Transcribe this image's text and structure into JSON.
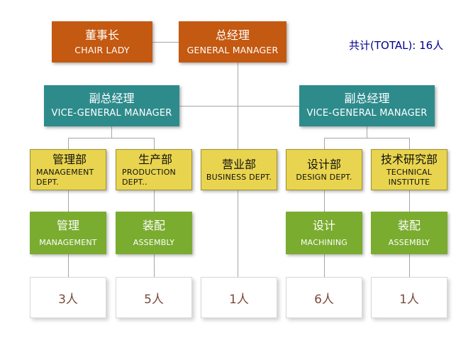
{
  "total": {
    "label": "共计(TOTAL): 16人"
  },
  "colors": {
    "executive_orange": "#C45911",
    "vice_teal": "#2E8B8C",
    "dept_yellow": "#E9D44F",
    "team_green": "#7AAC2F",
    "count_text_brown": "#7B4B3B",
    "total_text_navy": "#00008B",
    "connector_gray": "#A6A6A6"
  },
  "org": {
    "chair": {
      "zh": "董事长",
      "en": "CHAIR LADY"
    },
    "gm": {
      "zh": "总经理",
      "en": "GENERAL MANAGER"
    },
    "vice_left": {
      "zh": "副总经理",
      "en": "VICE-GENERAL MANAGER"
    },
    "vice_right": {
      "zh": "副总经理",
      "en": "VICE-GENERAL MANAGER"
    },
    "depts": [
      {
        "zh": "管理部",
        "en": "MANAGEMENT DEPT."
      },
      {
        "zh": "生产部",
        "en": "PRODUCTION DEPT.."
      },
      {
        "zh": "营业部",
        "en": "BUSINESS DEPT."
      },
      {
        "zh": "设计部",
        "en": "DESIGN DEPT."
      },
      {
        "zh": "技术研究部",
        "en": "TECHNICAL INSTITUTE"
      }
    ],
    "teams": [
      {
        "zh": "管理",
        "en": "MANAGEMENT"
      },
      {
        "zh": "装配",
        "en": "ASSEMBLY"
      },
      {
        "zh": "设计",
        "en": "MACHINING"
      },
      {
        "zh": "装配",
        "en": "ASSEMBLY"
      }
    ],
    "counts": [
      {
        "label": "3人"
      },
      {
        "label": "5人"
      },
      {
        "label": "1人"
      },
      {
        "label": "6人"
      },
      {
        "label": "1人"
      }
    ]
  }
}
